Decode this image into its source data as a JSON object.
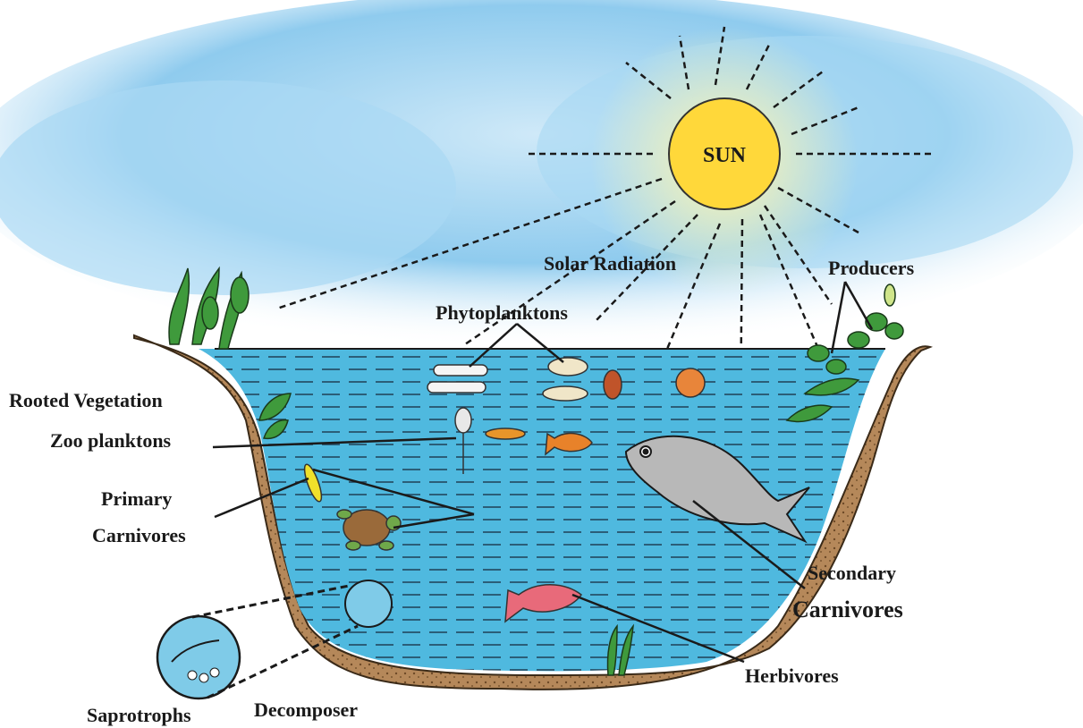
{
  "sun": {
    "label": "SUN",
    "color": "#ffd83a"
  },
  "labels": {
    "solar_radiation": "Solar Radiation",
    "producers": "Producers",
    "phytoplanktons": "Phytoplanktons",
    "rooted_vegetation": "Rooted Vegetation",
    "zoo_planktons": "Zoo planktons",
    "primary_carnivores_line1": "Primary",
    "primary_carnivores_line2": "Carnivores",
    "secondary_carnivores_line1": "Secondary",
    "secondary_carnivores_line2": "Carnivores",
    "herbivores": "Herbivores",
    "saprotrophs": "Saprotrophs",
    "decomposer": "Decomposer"
  },
  "colors": {
    "sky": "#9fd3f2",
    "water": "#4fb9df",
    "soil": "#b5885a",
    "plant": "#3f9a3c"
  }
}
